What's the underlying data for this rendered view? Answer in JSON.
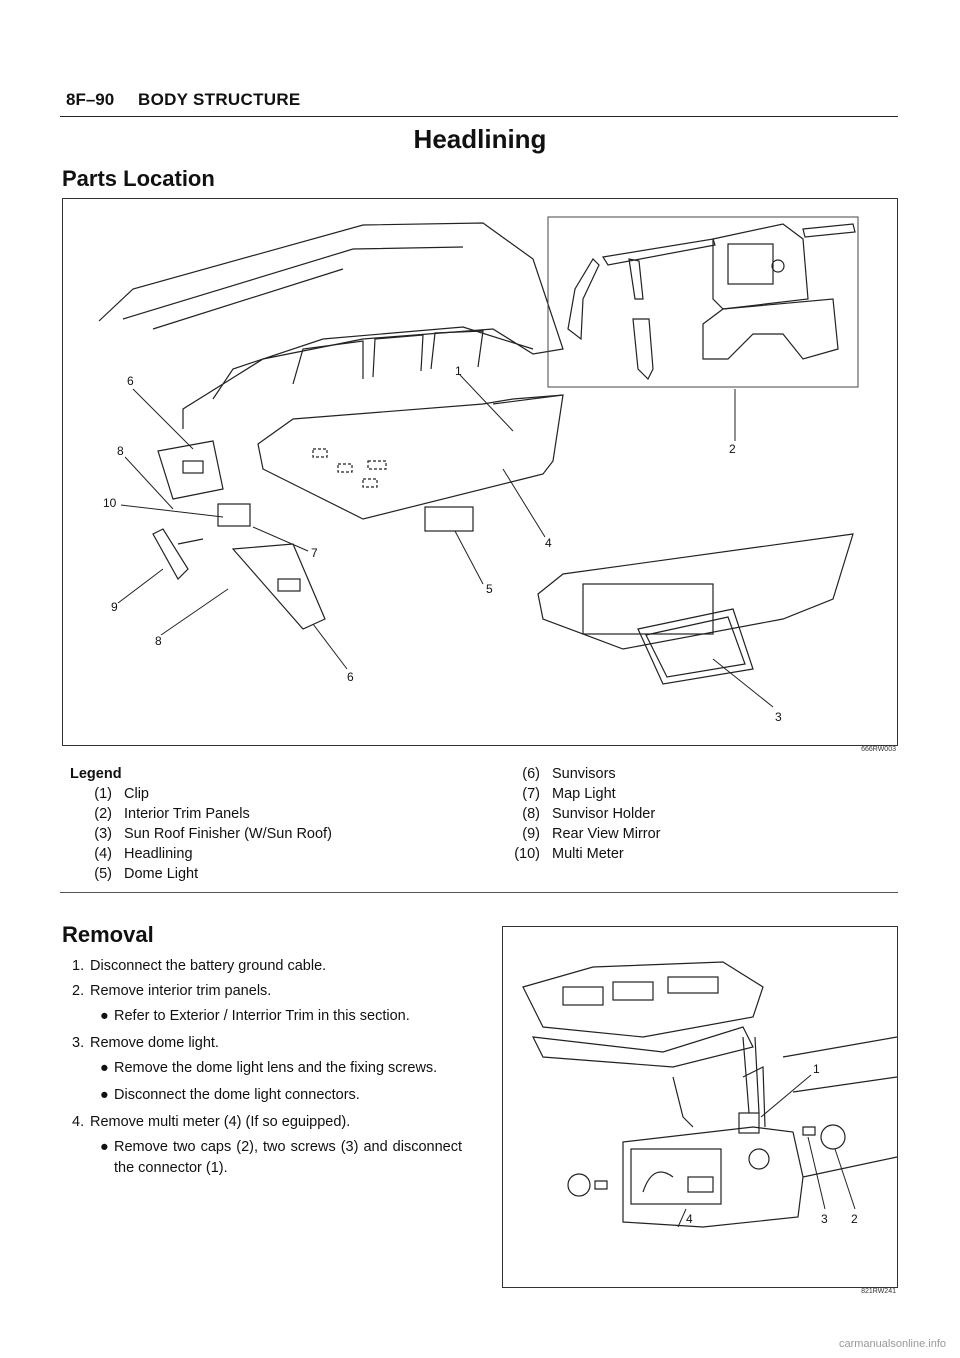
{
  "header": {
    "page_number": "8F–90",
    "section": "BODY STRUCTURE"
  },
  "title": "Headlining",
  "parts_location": {
    "heading": "Parts Location",
    "figure_code": "666RW003",
    "callouts": [
      "6",
      "8",
      "10",
      "9",
      "8",
      "6",
      "1",
      "7",
      "5",
      "4",
      "2",
      "3"
    ]
  },
  "legend": {
    "title": "Legend",
    "items": [
      {
        "num": "(1)",
        "label": "Clip"
      },
      {
        "num": "(2)",
        "label": "Interior Trim Panels"
      },
      {
        "num": "(3)",
        "label": "Sun Roof Finisher (W/Sun Roof)"
      },
      {
        "num": "(4)",
        "label": "Headlining"
      },
      {
        "num": "(5)",
        "label": "Dome Light"
      },
      {
        "num": "(6)",
        "label": "Sunvisors"
      },
      {
        "num": "(7)",
        "label": "Map Light"
      },
      {
        "num": "(8)",
        "label": "Sunvisor Holder"
      },
      {
        "num": "(9)",
        "label": "Rear View Mirror"
      },
      {
        "num": "(10)",
        "label": "Multi Meter"
      }
    ]
  },
  "removal": {
    "heading": "Removal",
    "figure_code": "821RW241",
    "callouts": [
      "1",
      "4",
      "3",
      "2"
    ],
    "steps": [
      {
        "num": "1.",
        "text": "Disconnect the battery ground cable.",
        "bullets": []
      },
      {
        "num": "2.",
        "text": "Remove interior trim panels.",
        "bullets": [
          "Refer to Exterior / Interrior Trim in this section."
        ]
      },
      {
        "num": "3.",
        "text": "Remove dome light.",
        "bullets": [
          "Remove the dome light lens and the fixing screws.",
          "Disconnect the dome light connectors."
        ]
      },
      {
        "num": "4.",
        "text": "Remove multi meter (4) (If so eguipped).",
        "bullets": [
          "Remove two caps (2), two screws (3)  and disconnect the connector (1)."
        ]
      }
    ]
  },
  "footer": {
    "watermark": "carmanualsonline.info"
  }
}
